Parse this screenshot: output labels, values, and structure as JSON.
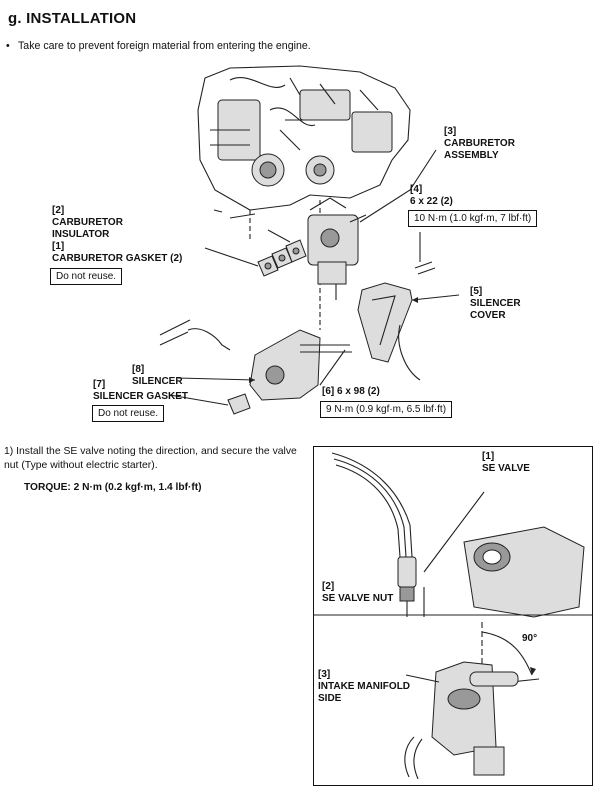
{
  "title": "g. INSTALLATION",
  "bullet_text": "Take care to prevent foreign material from entering the engine.",
  "labels": {
    "carb_assembly": "[3]\nCARBURETOR\nASSEMBLY",
    "bolt_6x22": "[4]\n6 x 22 (2)",
    "bolt_6x22_torque": "10 N·m (1.0 kgf·m, 7 lbf·ft)",
    "carb_insulator": "[2]\nCARBURETOR\nINSULATOR",
    "carb_gasket": "[1]\nCARBURETOR GASKET (2)",
    "carb_gasket_note": "Do not reuse.",
    "silencer_cover": "[5]\nSILENCER\nCOVER",
    "silencer": "[8]\nSILENCER",
    "silencer_gasket": "[7]\nSILENCER GASKET",
    "silencer_gasket_note": "Do not reuse.",
    "bolt_6x98": "[6] 6 x 98 (2)",
    "bolt_6x98_torque": "9 N·m (0.9 kgf·m, 6.5 lbf·ft)"
  },
  "step_text": "1) Install the SE valve noting the direction, and secure the valve nut (Type without electric starter).",
  "torque_text": "TORQUE: 2 N·m (0.2 kgf·m, 1.4 lbf·ft)",
  "inset": {
    "se_valve": "[1]\nSE VALVE",
    "se_valve_nut": "[2]\nSE VALVE NUT",
    "intake_side": "[3]\nINTAKE MANIFOLD\nSIDE",
    "angle": "90°"
  }
}
